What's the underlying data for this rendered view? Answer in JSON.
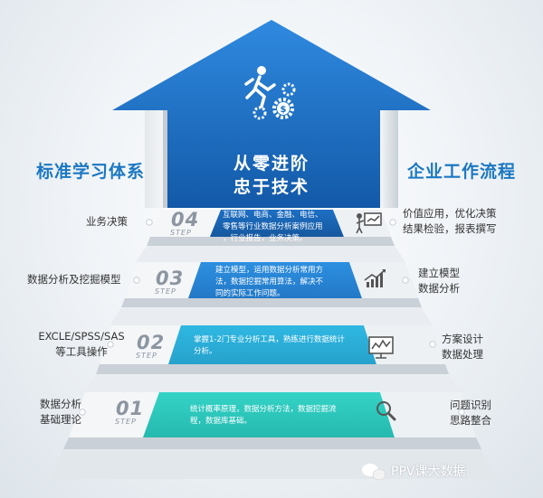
{
  "headings": {
    "left": "标准学习体系",
    "right": "企业工作流程",
    "slogan_line1": "从零进阶",
    "slogan_line2": "忠于技术"
  },
  "steps": [
    {
      "number": "04",
      "step_word": "STEP",
      "left_label": "业务决策",
      "desc_lines": [
        "互联网、电商、金融、电信、",
        "零售等行业数据分析案例应用",
        "，行业报告，业务决策。"
      ],
      "right_lines": [
        "价值应用，优化决策",
        "结果检验，报表撰写"
      ],
      "icon": "presentation-icon",
      "color": "#1d66b7"
    },
    {
      "number": "03",
      "step_word": "STEP",
      "left_label": "数据分析及挖掘模型",
      "desc_lines": [
        "建立模型，运用数据分析常用方",
        "法，数据挖掘常用算法，解决不",
        "同的实际工作问题。"
      ],
      "right_lines": [
        "建立模型",
        "数据分析"
      ],
      "icon": "growth-chart-icon",
      "color": "#2a86d6"
    },
    {
      "number": "02",
      "step_word": "STEP",
      "left_label_lines": [
        "EXCLE/SPSS/SAS",
        "等工具操作"
      ],
      "desc_lines": [
        "掌握1-2门专业分析工具，熟练进行数据统计",
        "分析。"
      ],
      "right_lines": [
        "方案设计",
        "数据处理"
      ],
      "icon": "monitor-chart-icon",
      "color": "#2bb0d6"
    },
    {
      "number": "01",
      "step_word": "STEP",
      "left_label_lines": [
        "数据分析",
        "基础理论"
      ],
      "desc_lines": [
        "统计概率原理，数据分析方法，数据挖掘流",
        "程，数据库基础。"
      ],
      "right_lines": [
        "问题识别",
        "思路整合"
      ],
      "icon": "magnifier-icon",
      "color": "#2ecbc1"
    }
  ],
  "watermark": "PPV课大数据",
  "colors": {
    "arrow_blue": "#1b6fc0",
    "heading_blue": "#1b78c2"
  }
}
